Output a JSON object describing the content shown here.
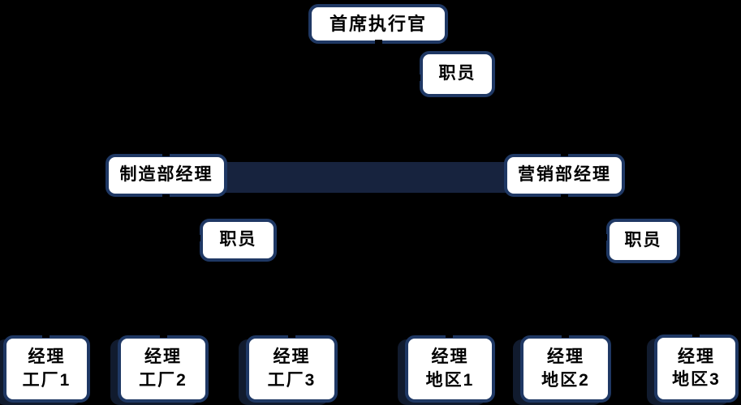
{
  "colors": {
    "background": "#000000",
    "box_fill": "#ffffff",
    "box_border": "#1f3864",
    "text": "#000000",
    "connector_bar": "#17233e",
    "connector_stub": "#000000",
    "box_shadow": "#111b2e"
  },
  "diagram": {
    "type": "org-chart",
    "nodes": [
      {
        "id": "ceo",
        "label": "首席执行官"
      },
      {
        "id": "ceo-staff",
        "label": "职员"
      },
      {
        "id": "manufacturing-manager",
        "label": "制造部经理"
      },
      {
        "id": "marketing-manager",
        "label": "营销部经理"
      },
      {
        "id": "manufacturing-staff",
        "label": "职员"
      },
      {
        "id": "marketing-staff",
        "label": "职员"
      },
      {
        "id": "factory-manager-1",
        "label": "经理\n工厂1"
      },
      {
        "id": "factory-manager-2",
        "label": "经理\n工厂2"
      },
      {
        "id": "factory-manager-3",
        "label": "经理\n工厂3"
      },
      {
        "id": "region-manager-1",
        "label": "经理\n地区1"
      },
      {
        "id": "region-manager-2",
        "label": "经理\n地区2"
      },
      {
        "id": "region-manager-3",
        "label": "经理\n地区3"
      }
    ],
    "edges": [
      {
        "from": "ceo",
        "to": "ceo-staff",
        "type": "assistant"
      },
      {
        "from": "ceo",
        "to": "manufacturing-manager",
        "type": "report"
      },
      {
        "from": "ceo",
        "to": "marketing-manager",
        "type": "report"
      },
      {
        "from": "manufacturing-manager",
        "to": "manufacturing-staff",
        "type": "assistant"
      },
      {
        "from": "marketing-manager",
        "to": "marketing-staff",
        "type": "assistant"
      },
      {
        "from": "manufacturing-manager",
        "to": "factory-manager-1",
        "type": "report"
      },
      {
        "from": "manufacturing-manager",
        "to": "factory-manager-2",
        "type": "report"
      },
      {
        "from": "manufacturing-manager",
        "to": "factory-manager-3",
        "type": "report"
      },
      {
        "from": "marketing-manager",
        "to": "region-manager-1",
        "type": "report"
      },
      {
        "from": "marketing-manager",
        "to": "region-manager-2",
        "type": "report"
      },
      {
        "from": "marketing-manager",
        "to": "region-manager-3",
        "type": "report"
      }
    ]
  }
}
